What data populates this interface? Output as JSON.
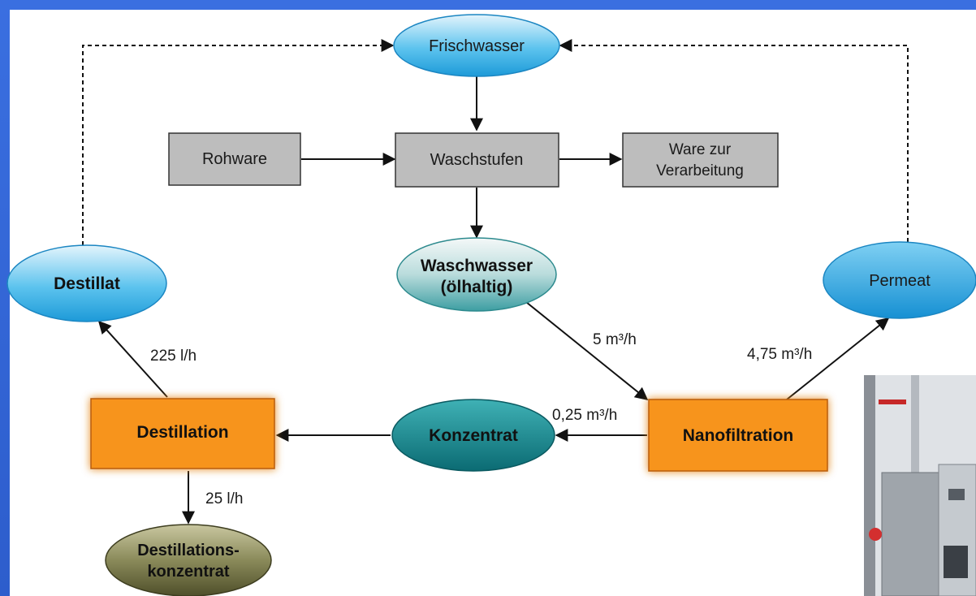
{
  "nodes": {
    "frischwasser": "Frischwasser",
    "rohware": "Rohware",
    "waschstufen": "Waschstufen",
    "ware_line1": "Ware zur",
    "ware_line2": "Verarbeitung",
    "waschwasser_line1": "Waschwasser",
    "waschwasser_line2": "(ölhaltig)",
    "destillat": "Destillat",
    "permeat": "Permeat",
    "destillation": "Destillation",
    "konzentrat": "Konzentrat",
    "nanofiltration": "Nanofiltration",
    "destkonz_line1": "Destillations-",
    "destkonz_line2": "konzentrat"
  },
  "flows": {
    "waschwasser_to_nano": "5 m³/h",
    "nano_to_permeat": "4,75 m³/h",
    "nano_to_konzentrat": "0,25 m³/h",
    "destillation_to_destillat": "225 l/h",
    "destillation_to_konzentrat": "25 l/h"
  },
  "colors": {
    "background": "#2f5fd0",
    "gray_box": "#bdbdbd",
    "orange_box": "#f7941d",
    "light_blue_ellipse": "#29a9e1",
    "teal_ellipse": "#0f7f87",
    "olive_ellipse": "#6b6b3e"
  }
}
